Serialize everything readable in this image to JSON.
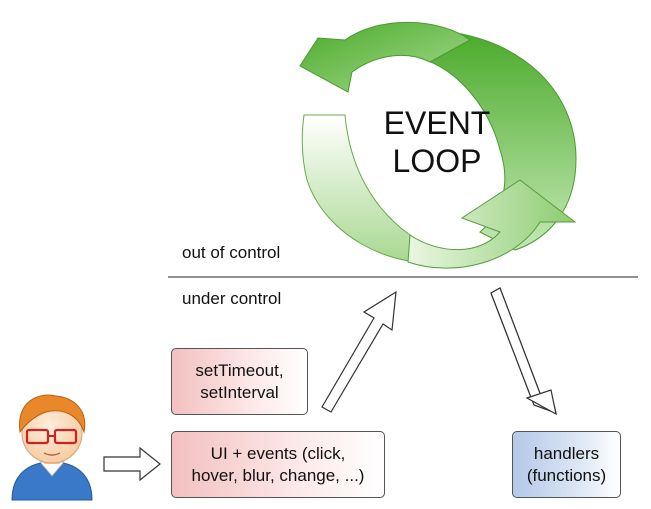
{
  "diagram": {
    "title_lines": [
      "EVENT",
      "LOOP"
    ],
    "out_label": "out of control",
    "under_label": "under control",
    "timers_box": {
      "lines": [
        "setTimeout,",
        "setInterval"
      ]
    },
    "ui_box": {
      "lines": [
        "UI + events (click,",
        "hover, blur, change, ...)"
      ]
    },
    "handlers_box": {
      "lines": [
        "handlers",
        "(functions)"
      ]
    },
    "colors": {
      "loop_dark": "#4aaa2a",
      "loop_light": "#e8f5e0",
      "timers_fill": "#f3c0c0",
      "handlers_fill": "#b4c8e8"
    },
    "icons": [
      "event-loop-cycle-icon",
      "user-avatar-icon"
    ]
  }
}
